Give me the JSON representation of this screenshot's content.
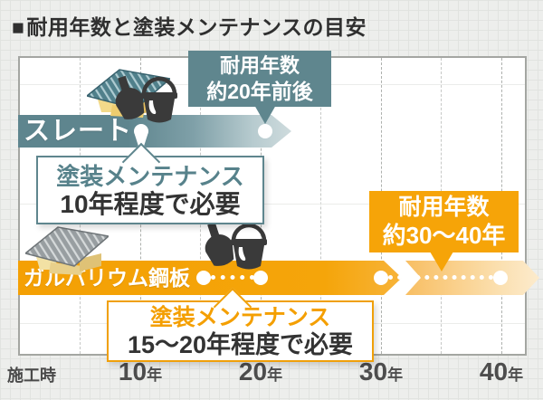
{
  "title": {
    "bullet": "■",
    "text": "耐用年数と塗装メンテナンスの目安"
  },
  "colors": {
    "slate": "#5F868E",
    "galvalume_orange": "#F5A202",
    "text_dark": "#333333",
    "axis_text": "#4D4D4D",
    "plot_bg": "#FFFFFF",
    "canvas_bg": "#EDEEEC"
  },
  "axis": {
    "origin": "施工時",
    "ticks": [
      {
        "num": "10",
        "unit": "年"
      },
      {
        "num": "20",
        "unit": "年"
      },
      {
        "num": "30",
        "unit": "年"
      },
      {
        "num": "40",
        "unit": "年"
      }
    ]
  },
  "slate": {
    "bar_label": "スレート",
    "lifespan_callout": {
      "line1": "耐用年数",
      "line2": "約20年前後"
    },
    "maintenance_box": {
      "line1": "塗装メンテナンス",
      "line2": "10年程度で必要"
    }
  },
  "galvalume": {
    "bar_label": "ガルバリウム鋼板",
    "lifespan_callout": {
      "line1": "耐用年数",
      "line2": "約30〜40年"
    },
    "maintenance_box": {
      "line1": "塗装メンテナンス",
      "line2": "15〜20年程度で必要"
    }
  },
  "chart_data": {
    "type": "timeline",
    "title": "耐用年数と塗装メンテナンスの目安",
    "x_axis": {
      "origin_label": "施工時",
      "tick_labels": [
        "施工時",
        "10年",
        "20年",
        "30年",
        "40年"
      ],
      "ticks_years": [
        0,
        10,
        20,
        30,
        40
      ],
      "minor_gridline_interval_years": 5,
      "range_years": [
        0,
        42
      ],
      "grid": "vertical dashed lines every 5 years"
    },
    "series": [
      {
        "name": "スレート",
        "color": "#5F868E",
        "bar_span_years": [
          0,
          22
        ],
        "bar_style": "solid fading to light at tip, arrow end",
        "maintenance_marker_year": 10,
        "maintenance_note": "塗装メンテナンス 10年程度で必要",
        "lifespan_marker_year": 20,
        "lifespan_note": "耐用年数 約20年前後"
      },
      {
        "name": "ガルバリウム鋼板",
        "color": "#F5A202",
        "solid_bar_span_years": [
          0,
          31
        ],
        "faded_bar_span_years": [
          31,
          42
        ],
        "maintenance_marker_years": [
          15,
          20
        ],
        "maintenance_note": "塗装メンテナンス 15〜20年程度で必要",
        "lifespan_marker_years": [
          30,
          40
        ],
        "lifespan_note": "耐用年数 約30〜40年"
      }
    ],
    "legend": "none"
  }
}
